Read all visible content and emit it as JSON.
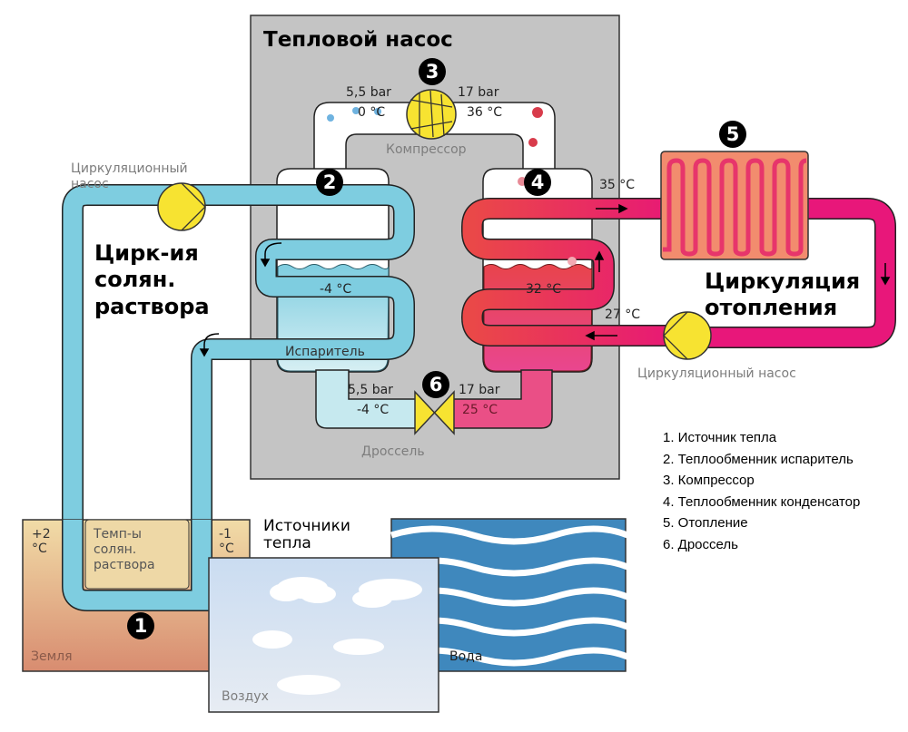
{
  "title": "Тепловой насос",
  "badges": [
    "1",
    "2",
    "3",
    "4",
    "5",
    "6"
  ],
  "compressor": {
    "label": "Компрессор",
    "low_pressure": "5,5 bar",
    "high_pressure": "17 bar",
    "inlet_temp": "0 °C",
    "outlet_temp": "36 °C"
  },
  "evaporator": {
    "label": "Испаритель",
    "temp": "-4 °C"
  },
  "condenser": {
    "temp": "32 °C",
    "supply_temp": "35 °C",
    "return_temp": "27 °C"
  },
  "throttle": {
    "label": "Дроссель",
    "low_pressure": "5,5 bar",
    "high_pressure": "17 bar",
    "low_temp": "-4 °C",
    "high_temp": "25 °C"
  },
  "brine_circuit": {
    "pump_label": "Циркуляционный насос",
    "title": "Цирк-ия солян. раствора",
    "inner_label": "Темп-ы солян. раствора",
    "left_temp": "+2 °C",
    "right_temp": "-1 °C"
  },
  "heating_circuit": {
    "title": "Циркуляция отопления",
    "pump_label": "Циркуляционный насос"
  },
  "sources": {
    "heading": "Источники тепла",
    "ground": "Земля",
    "air": "Воздух",
    "water": "Вода"
  },
  "legend": [
    "1. Источник тепла",
    "2. Теплообменник испаритель",
    "3. Компрессор",
    "4. Теплообменник конденсатор",
    "5. Отопление",
    "6. Дроссель"
  ],
  "colors": {
    "brine": "#7ecde0",
    "refrigerant_hot": "#e8444c",
    "heating_water": "#e8177a",
    "pump_yellow": "#f7e331",
    "housing": "#c4c4c4",
    "water": "#3f88bd",
    "radiator": "#f28c6e"
  }
}
